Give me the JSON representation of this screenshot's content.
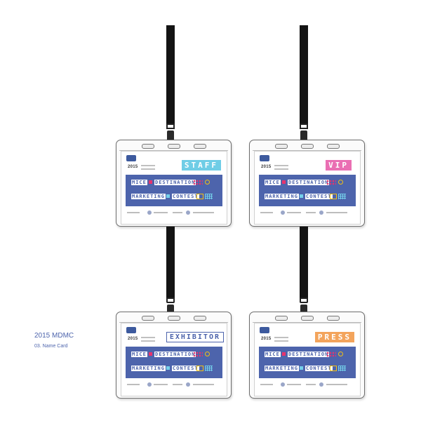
{
  "caption": {
    "title": "2015 MDMC",
    "subtitle": "03. Name Card"
  },
  "colors": {
    "brand": "#4d64ac",
    "strap": "#141414",
    "pink": "#e7336d",
    "yellow": "#f2c012",
    "cyan": "#74d0ea"
  },
  "cards": [
    {
      "year": "2015",
      "role": "STAFF",
      "role_color": "#6fcde6",
      "line1_a": "MICE",
      "line1_b": "DESTINATION",
      "line2_a": "MARKETING",
      "line2_b": "CONTEST"
    },
    {
      "year": "2015",
      "role": "VIP",
      "role_color": "#ea6fb3",
      "line1_a": "MICE",
      "line1_b": "DESTINATION",
      "line2_a": "MARKETING",
      "line2_b": "CONTEST"
    },
    {
      "year": "2015",
      "role": "EXHIBITOR",
      "role_color": "#4d64ac",
      "line1_a": "MICE",
      "line1_b": "DESTINATION",
      "line2_a": "MARKETING",
      "line2_b": "CONTEST"
    },
    {
      "year": "2015",
      "role": "PRESS",
      "role_color": "#f3a45c",
      "line1_a": "MICE",
      "line1_b": "DESTINATION",
      "line2_a": "MARKETING",
      "line2_b": "CONTEST"
    }
  ]
}
